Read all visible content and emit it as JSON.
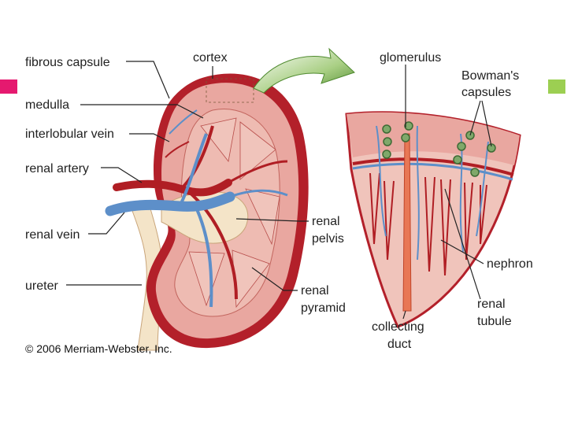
{
  "colors": {
    "bullet_left": "#e5196f",
    "bullet_right": "#9ccf52",
    "kidney_outer": "#b3202a",
    "cortex": "#e9a7a0",
    "artery": "#b01e24",
    "vein": "#5d8fc9",
    "ureter": "#f4e4c8",
    "glomerulus": "#7fa86a",
    "arrow": "#5f8f3c"
  },
  "labels": {
    "fibrous_capsule": "fibrous capsule",
    "cortex": "cortex",
    "medulla": "medulla",
    "interlobular_vein": "interlobular vein",
    "renal_artery": "renal artery",
    "renal_vein": "renal vein",
    "ureter": "ureter",
    "renal_pelvis_line1": "renal",
    "renal_pelvis_line2": "pelvis",
    "renal_pyramid_line1": "renal",
    "renal_pyramid_line2": "pyramid",
    "glomerulus": "glomerulus",
    "bowmans_line1": "Bowman's",
    "bowmans_line2": "capsules",
    "nephron": "nephron",
    "renal_tubule_line1": "renal",
    "renal_tubule_line2": "tubule",
    "collecting_duct_line1": "collecting",
    "collecting_duct_line2": "duct"
  },
  "copyright": "© 2006 Merriam-Webster, Inc."
}
